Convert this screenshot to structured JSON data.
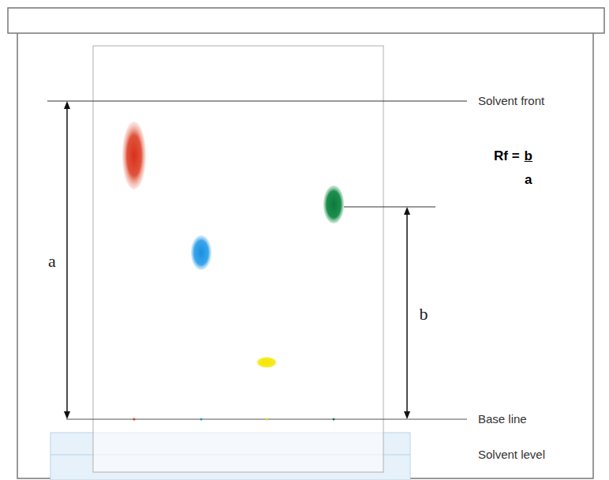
{
  "diagram": {
    "labels": [
      "Solvent front",
      "Rf =",
      "b",
      "a",
      "a",
      "b",
      "Base line",
      "Solvent level"
    ]
  }
}
